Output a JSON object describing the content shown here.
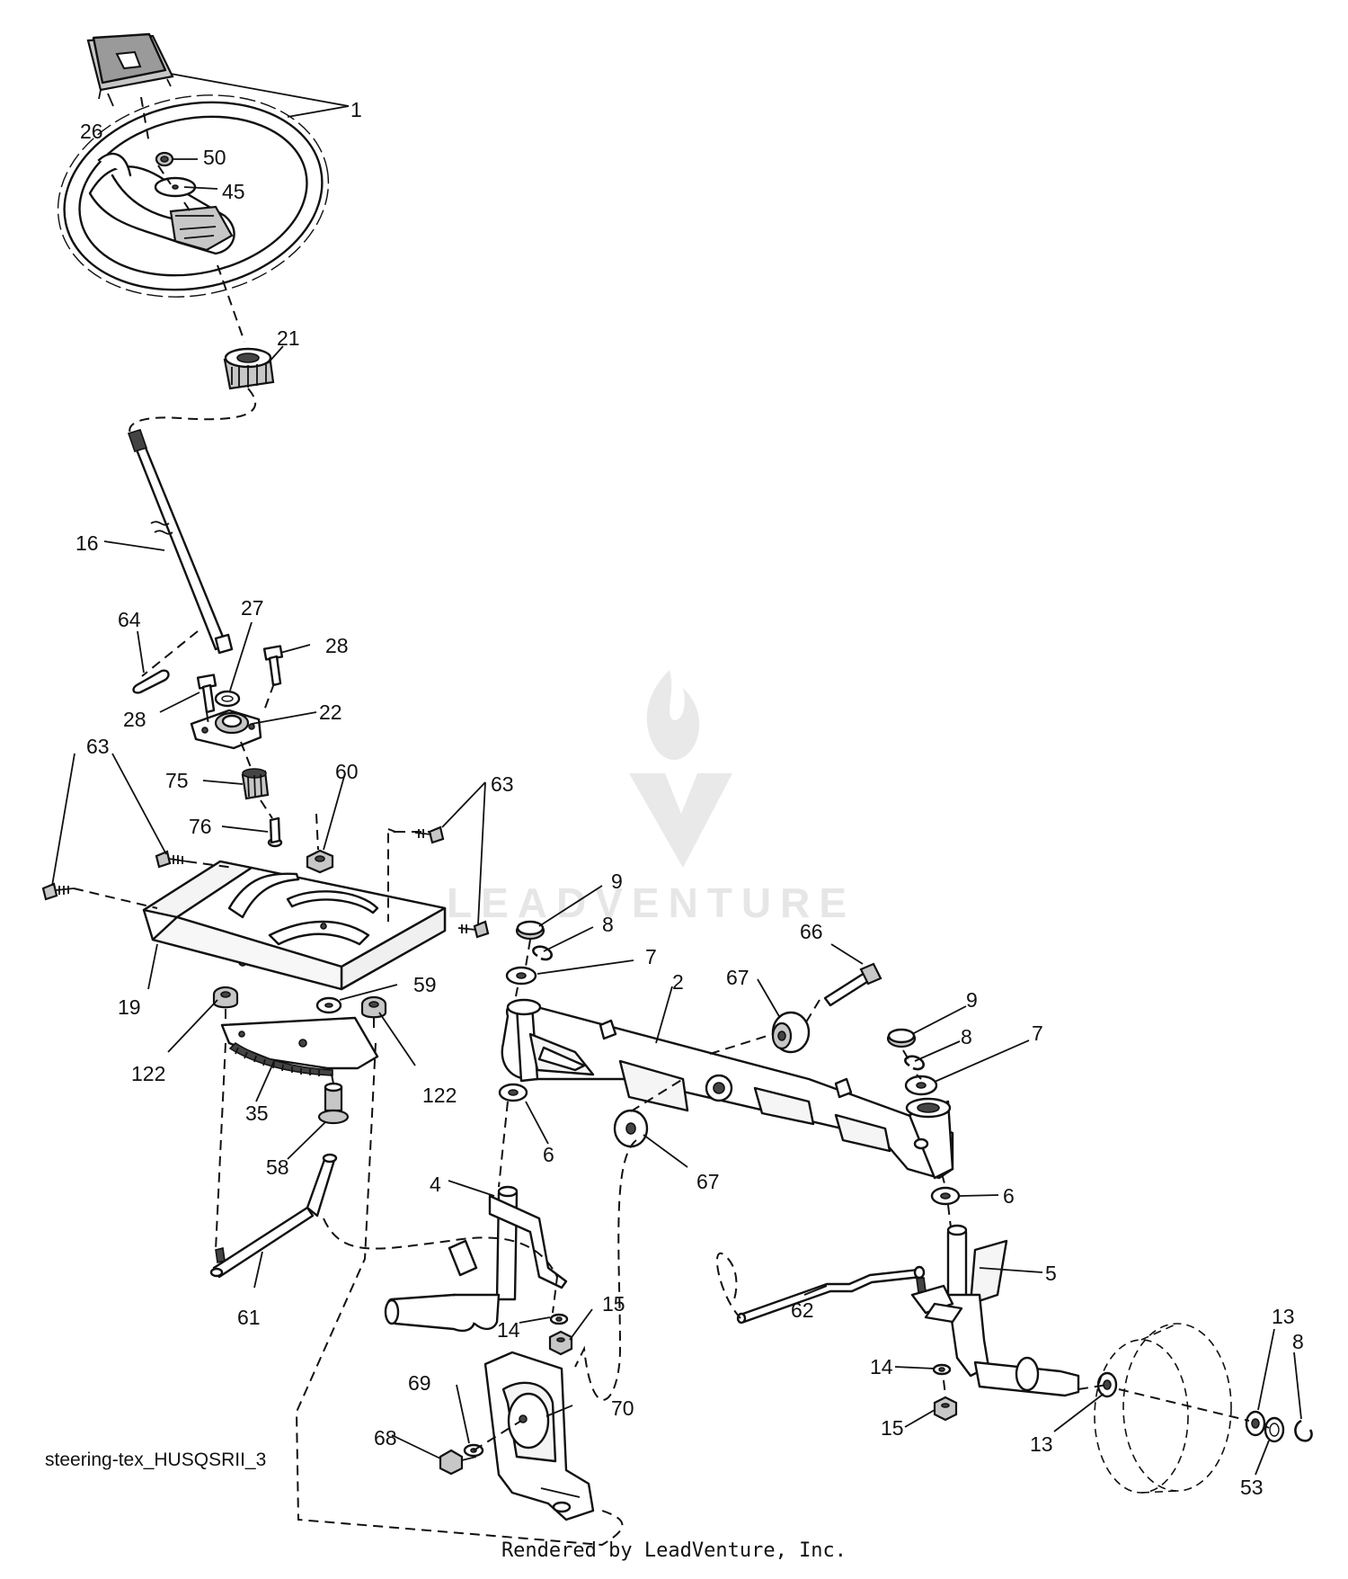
{
  "diagram": {
    "caption": "steering-tex_HUSQSRII_3",
    "footer": "Rendered by LeadVenture, Inc.",
    "watermark": "LEADVENTURE",
    "callouts": [
      "1",
      "26",
      "50",
      "45",
      "21",
      "16",
      "64",
      "27",
      "28",
      "28",
      "22",
      "63",
      "75",
      "60",
      "63",
      "76",
      "19",
      "59",
      "122",
      "122",
      "35",
      "58",
      "61",
      "4",
      "14",
      "15",
      "69",
      "68",
      "70",
      "9",
      "8",
      "7",
      "2",
      "66",
      "67",
      "9",
      "8",
      "7",
      "6",
      "67",
      "6",
      "5",
      "62",
      "14",
      "15",
      "13",
      "13",
      "8",
      "53"
    ]
  }
}
